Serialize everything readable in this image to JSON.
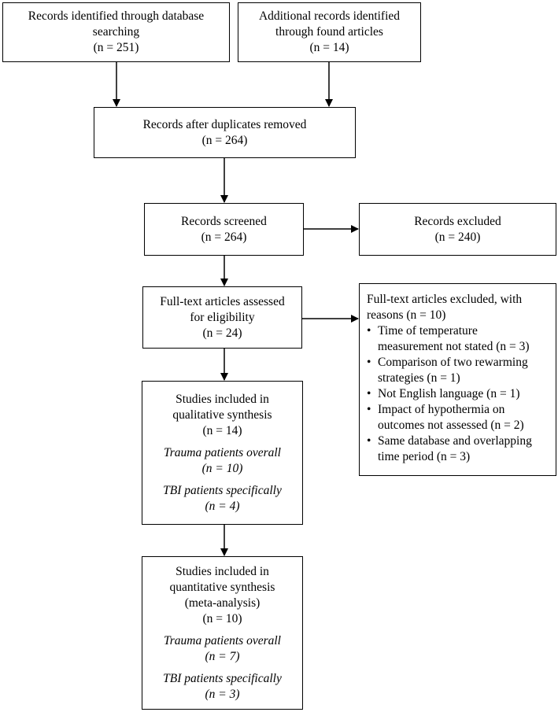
{
  "boxes": {
    "db_search": {
      "line1": "Records identified through database",
      "line2": "searching",
      "line3": "(n = 251)"
    },
    "additional": {
      "line1": "Additional records identified",
      "line2": "through found articles",
      "line3": "(n = 14)"
    },
    "dup_removed": {
      "line1": "Records after duplicates removed",
      "line2": "(n = 264)"
    },
    "screened": {
      "line1": "Records screened",
      "line2": "(n = 264)"
    },
    "excluded": {
      "line1": "Records excluded",
      "line2": "(n = 240)"
    },
    "fulltext": {
      "line1": "Full-text articles assessed",
      "line2": "for eligibility",
      "line3": "(n = 24)"
    },
    "fulltext_excluded": {
      "line1": "Full-text articles excluded, with",
      "line2": "reasons (n = 10)",
      "reasons": [
        {
          "a": "Time of temperature",
          "b": "measurement not stated (n = 3)"
        },
        {
          "a": "Comparison of two rewarming",
          "b": "strategies (n = 1)"
        },
        {
          "a": "Not English language (n = 1)",
          "b": ""
        },
        {
          "a": "Impact of hypothermia on",
          "b": "outcomes not assessed (n = 2)"
        },
        {
          "a": "Same database and overlapping",
          "b": "time period (n = 3)"
        }
      ]
    },
    "qualitative": {
      "line1": "Studies included in",
      "line2": "qualitative synthesis",
      "line3": "(n = 14)",
      "sub1a": "Trauma patients overall",
      "sub1b": "(n = 10)",
      "sub2a": "TBI patients specifically",
      "sub2b": "(n = 4)"
    },
    "quantitative": {
      "line1": "Studies included in",
      "line2": "quantitative synthesis",
      "line3": "(meta-analysis)",
      "line4": "(n = 10)",
      "sub1a": "Trauma patients overall",
      "sub1b": "(n = 7)",
      "sub2a": "TBI patients specifically",
      "sub2b": "(n = 3)"
    }
  }
}
